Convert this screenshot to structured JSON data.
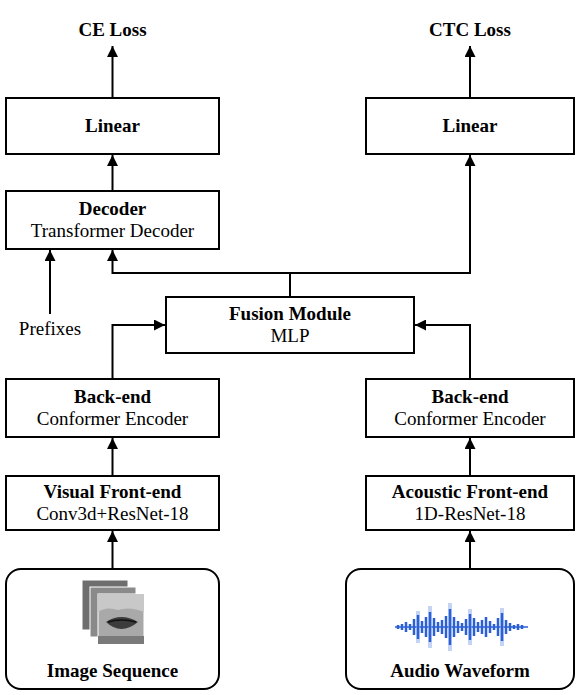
{
  "diagram": {
    "nodes": [
      {
        "text": [
          "Linear"
        ]
      },
      {
        "text": [
          "Linear"
        ]
      },
      {
        "text": [
          "Decoder",
          "Transformer Decoder"
        ]
      },
      {
        "text": [
          "Fusion Module",
          "MLP"
        ]
      },
      {
        "text": [
          "Back-end",
          "Conformer Encoder"
        ]
      },
      {
        "text": [
          "Back-end",
          "Conformer Encoder"
        ]
      },
      {
        "text": [
          "Visual Front-end",
          "Conv3d+ResNet-18"
        ]
      },
      {
        "text": [
          "Acoustic Front-end",
          "1D-ResNet-18"
        ]
      },
      {
        "text": [
          "Image Sequence"
        ]
      },
      {
        "text": [
          "Audio Waveform"
        ]
      }
    ],
    "edges": [
      {
        "from": 8,
        "to": 6,
        "arrow": "to"
      },
      {
        "from": 6,
        "to": 4,
        "arrow": "to"
      },
      {
        "from": 4,
        "to": 3,
        "arrow": "to"
      },
      {
        "from": 9,
        "to": 7,
        "arrow": "to"
      },
      {
        "from": 7,
        "to": 5,
        "arrow": "to"
      },
      {
        "from": 5,
        "to": 3,
        "arrow": "to"
      },
      {
        "from": 3,
        "to": 2,
        "arrow": "to"
      },
      {
        "from": 3,
        "to": 1,
        "arrow": "to"
      },
      {
        "from": 2,
        "to": 0,
        "arrow": "to"
      },
      {
        "from": 1,
        "to": 1,
        "arrow": "none"
      }
    ],
    "labels": [
      "CE Loss",
      "CTC Loss",
      "Prefixes"
    ]
  }
}
